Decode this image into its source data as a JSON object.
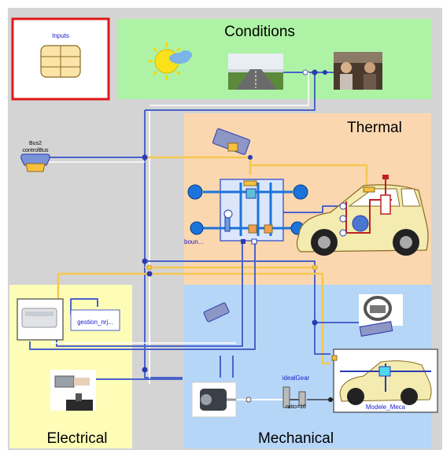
{
  "regions": {
    "conditions": "Conditions",
    "thermal": "Thermal",
    "electrical": "Electrical",
    "mechanical": "Mechanical"
  },
  "components": {
    "inputs": "Inputs",
    "bus2_line1": "Bus2",
    "bus2_line2": "controlBus",
    "boundary": "boun...",
    "gestion": "gestion_nrj...",
    "ideal_gear": "idealGear",
    "ratio": "ratio=10",
    "modele_meca": "Modele_Meca"
  },
  "colors": {
    "conditions_bg": "#aef3a5",
    "thermal_bg": "#fbd7b0",
    "electrical_bg": "#fdfdb8",
    "mechanical_bg": "#b5d6f7",
    "grey_bg": "#d4d4d4",
    "bus_yellow": "#f5c74f",
    "bus_blue": "#4a63c9",
    "inputs_border": "#e01818",
    "car_fill": "#f3ebb0",
    "car_red": "#c02020"
  }
}
